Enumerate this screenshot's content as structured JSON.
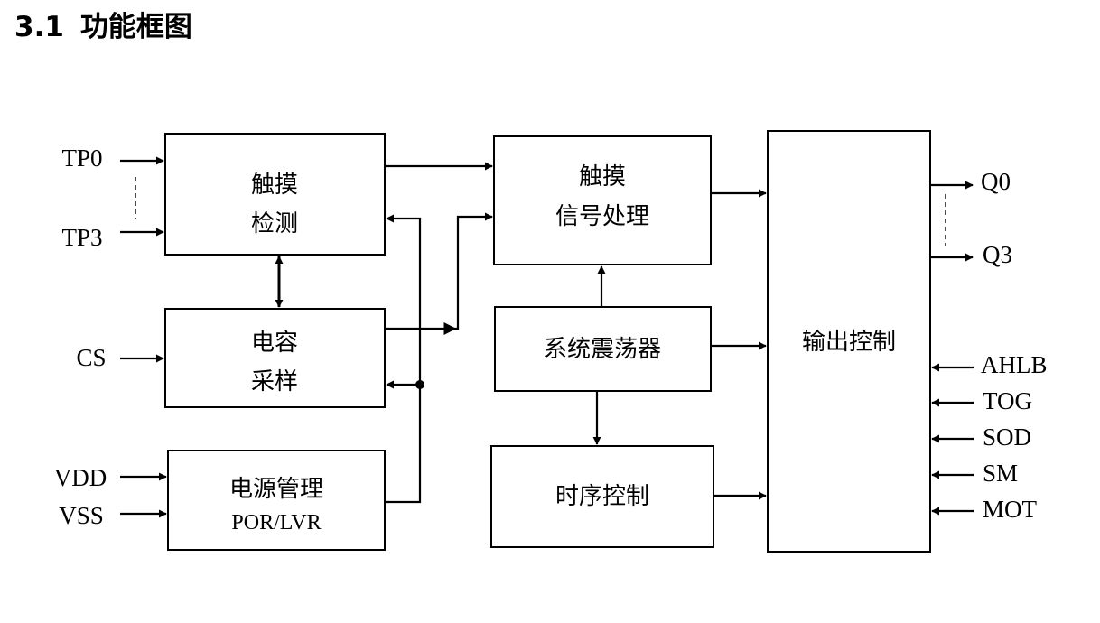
{
  "heading": {
    "number": "3.1",
    "title": "功能框图"
  },
  "blocks": {
    "touch_detect": {
      "line1": "触摸",
      "line2": "检测"
    },
    "cap_sample": {
      "line1": "电容",
      "line2": "采样"
    },
    "power_mgmt": {
      "line1": "电源管理",
      "line2": "POR/LVR"
    },
    "touch_signal": {
      "line1": "触摸",
      "line2": "信号处理"
    },
    "oscillator": {
      "label": "系统震荡器"
    },
    "timing_ctrl": {
      "label": "时序控制"
    },
    "output_ctrl": {
      "label": "输出控制"
    }
  },
  "pins": {
    "tp0": "TP0",
    "tp3": "TP3",
    "cs": "CS",
    "vdd": "VDD",
    "vss": "VSS",
    "q0": "Q0",
    "q3": "Q3",
    "ahlb": "AHLB",
    "tog": "TOG",
    "sod": "SOD",
    "sm": "SM",
    "mot": "MOT"
  }
}
